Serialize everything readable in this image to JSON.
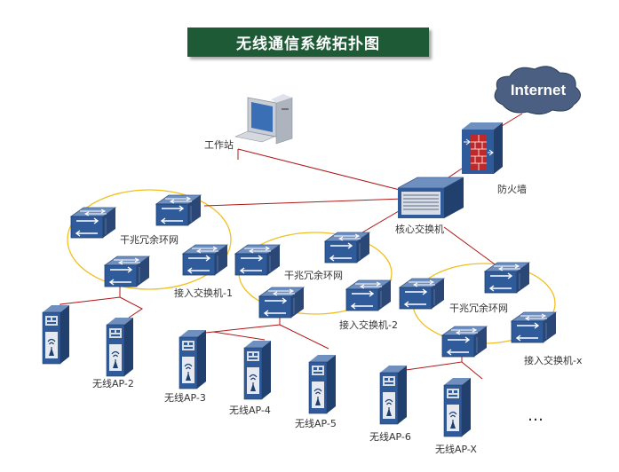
{
  "title": "无线通信系统拓扑图",
  "nodes": {
    "internet": "Internet",
    "workstation": "工作站",
    "firewall": "防火墙",
    "core_switch": "核心交换机"
  },
  "rings": [
    {
      "name": "干兆冗余环网",
      "access_label": "接入交换机-1"
    },
    {
      "name": "干兆冗余环网",
      "access_label": "接入交换机-2"
    },
    {
      "name": "干兆冗余环网",
      "access_label": "接入交换机-x"
    }
  ],
  "access_points": [
    "无线AP-2",
    "无线AP-3",
    "无线AP-4",
    "无线AP-5",
    "无线AP-6",
    "无线AP-X"
  ],
  "ellipsis": "…",
  "colors": {
    "banner": "#1f5a37",
    "link": "#b01818",
    "ring": "#f0c020",
    "device": "#2b4a78",
    "cloud": "#4a5f82"
  }
}
